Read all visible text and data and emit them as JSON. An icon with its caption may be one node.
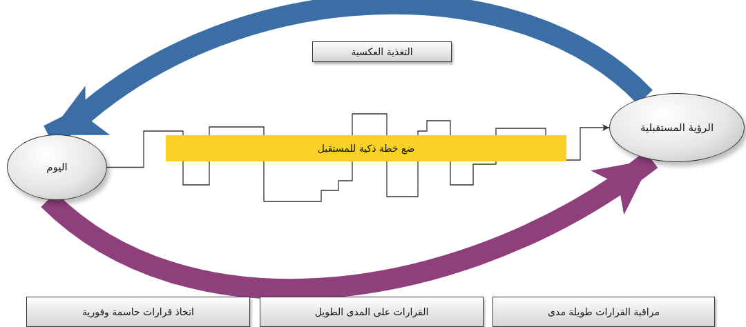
{
  "diagram": {
    "nodes": [
      {
        "text": [
          "اليوم"
        ]
      },
      {
        "text": [
          "الرؤية المستقبلية"
        ]
      },
      {
        "text": [
          "ضع خطة ذكية للمستقبل"
        ]
      },
      {
        "text": [
          "التغذية العكسية"
        ]
      },
      {
        "text": [
          "مراقبة القرارات طويلة مدى"
        ]
      },
      {
        "text": [
          "القرارات على المدى الطويل"
        ]
      },
      {
        "text": [
          "اتخاذ قرارات حاسمة وفورية"
        ]
      }
    ],
    "edges": [
      {
        "from": 0,
        "to": 2,
        "arrow": "none"
      },
      {
        "from": 2,
        "to": 1,
        "arrow": "to"
      },
      {
        "from": 1,
        "to": 0,
        "arrow": "to",
        "style": "thick",
        "color": "#3a6ea5"
      },
      {
        "from": 0,
        "to": 1,
        "arrow": "to",
        "style": "thick",
        "color": "#8e3f7c"
      }
    ]
  }
}
